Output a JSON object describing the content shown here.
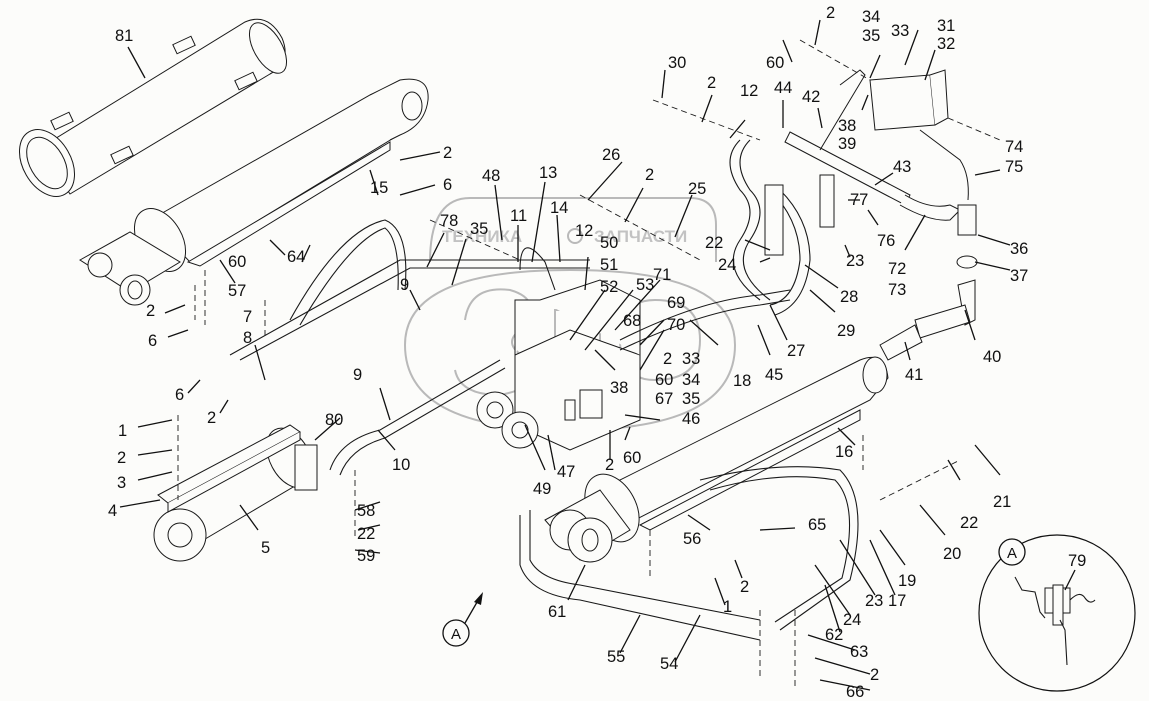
{
  "diagram": {
    "type": "exploded parts diagram",
    "subject": "hydraulic lift cylinder assembly with control valve, hoses and pipe clamps",
    "watermark": {
      "left_text": "ТЕХНИКА",
      "right_text": "ЗАПЧАСТИ"
    },
    "detail_view": {
      "marker": "A",
      "callouts": [
        "79"
      ]
    },
    "view_arrow_label": "A",
    "colors": {
      "line": "#1a1a1a",
      "background": "#fcfcfa",
      "watermark": "#b9b9b9"
    },
    "callouts": [
      {
        "id": "c81",
        "text": "81"
      },
      {
        "id": "c2a",
        "text": "2"
      },
      {
        "id": "c15",
        "text": "15"
      },
      {
        "id": "c6a",
        "text": "6"
      },
      {
        "id": "c48",
        "text": "48"
      },
      {
        "id": "c13",
        "text": "13"
      },
      {
        "id": "c26",
        "text": "26"
      },
      {
        "id": "c2b",
        "text": "2"
      },
      {
        "id": "c25",
        "text": "25"
      },
      {
        "id": "c11",
        "text": "11"
      },
      {
        "id": "c14",
        "text": "14"
      },
      {
        "id": "c12a",
        "text": "12"
      },
      {
        "id": "c78",
        "text": "78"
      },
      {
        "id": "c35a",
        "text": "35"
      },
      {
        "id": "c50",
        "text": "50"
      },
      {
        "id": "c51",
        "text": "51"
      },
      {
        "id": "c52",
        "text": "52"
      },
      {
        "id": "c53",
        "text": "53"
      },
      {
        "id": "c71",
        "text": "71"
      },
      {
        "id": "c69",
        "text": "69"
      },
      {
        "id": "c70",
        "text": "70"
      },
      {
        "id": "c68",
        "text": "68"
      },
      {
        "id": "c2c",
        "text": "2"
      },
      {
        "id": "c33a",
        "text": "33"
      },
      {
        "id": "c60a",
        "text": "60"
      },
      {
        "id": "c34a",
        "text": "34"
      },
      {
        "id": "c67",
        "text": "67"
      },
      {
        "id": "c35b",
        "text": "35"
      },
      {
        "id": "c38a",
        "text": "38"
      },
      {
        "id": "c46",
        "text": "46"
      },
      {
        "id": "c60b",
        "text": "60"
      },
      {
        "id": "c2d",
        "text": "2"
      },
      {
        "id": "c47",
        "text": "47"
      },
      {
        "id": "c49",
        "text": "49"
      },
      {
        "id": "c18",
        "text": "18"
      },
      {
        "id": "c60c",
        "text": "60"
      },
      {
        "id": "c64",
        "text": "64"
      },
      {
        "id": "c57",
        "text": "57"
      },
      {
        "id": "c2e",
        "text": "2"
      },
      {
        "id": "c6b",
        "text": "6"
      },
      {
        "id": "c9a",
        "text": "9"
      },
      {
        "id": "c7",
        "text": "7"
      },
      {
        "id": "c8",
        "text": "8"
      },
      {
        "id": "c6c",
        "text": "6"
      },
      {
        "id": "c2f",
        "text": "2"
      },
      {
        "id": "c9b",
        "text": "9"
      },
      {
        "id": "c80",
        "text": "80"
      },
      {
        "id": "c10",
        "text": "10"
      },
      {
        "id": "c1a",
        "text": "1"
      },
      {
        "id": "c2g",
        "text": "2"
      },
      {
        "id": "c3",
        "text": "3"
      },
      {
        "id": "c4",
        "text": "4"
      },
      {
        "id": "c5",
        "text": "5"
      },
      {
        "id": "c58",
        "text": "58"
      },
      {
        "id": "c22a",
        "text": "22"
      },
      {
        "id": "c59",
        "text": "59"
      },
      {
        "id": "c30",
        "text": "30"
      },
      {
        "id": "c2h",
        "text": "2"
      },
      {
        "id": "c12b",
        "text": "12"
      },
      {
        "id": "c44",
        "text": "44"
      },
      {
        "id": "c42",
        "text": "42"
      },
      {
        "id": "c60d",
        "text": "60"
      },
      {
        "id": "c2i",
        "text": "2"
      },
      {
        "id": "c34b",
        "text": "34"
      },
      {
        "id": "c35c",
        "text": "35"
      },
      {
        "id": "c33b",
        "text": "33"
      },
      {
        "id": "c31",
        "text": "31"
      },
      {
        "id": "c32",
        "text": "32"
      },
      {
        "id": "c38b",
        "text": "38"
      },
      {
        "id": "c39",
        "text": "39"
      },
      {
        "id": "c74",
        "text": "74"
      },
      {
        "id": "c75",
        "text": "75"
      },
      {
        "id": "c43",
        "text": "43"
      },
      {
        "id": "c77",
        "text": "77"
      },
      {
        "id": "c76",
        "text": "76"
      },
      {
        "id": "c22b",
        "text": "22"
      },
      {
        "id": "c24a",
        "text": "24"
      },
      {
        "id": "c23a",
        "text": "23"
      },
      {
        "id": "c72",
        "text": "72"
      },
      {
        "id": "c73",
        "text": "73"
      },
      {
        "id": "c36",
        "text": "36"
      },
      {
        "id": "c37",
        "text": "37"
      },
      {
        "id": "c28",
        "text": "28"
      },
      {
        "id": "c29",
        "text": "29"
      },
      {
        "id": "c27",
        "text": "27"
      },
      {
        "id": "c45",
        "text": "45"
      },
      {
        "id": "c40",
        "text": "40"
      },
      {
        "id": "c41",
        "text": "41"
      },
      {
        "id": "c16",
        "text": "16"
      },
      {
        "id": "c21",
        "text": "21"
      },
      {
        "id": "c22c",
        "text": "22"
      },
      {
        "id": "c20",
        "text": "20"
      },
      {
        "id": "c56",
        "text": "56"
      },
      {
        "id": "c65",
        "text": "65"
      },
      {
        "id": "c19",
        "text": "19"
      },
      {
        "id": "c2j",
        "text": "2"
      },
      {
        "id": "c1b",
        "text": "1"
      },
      {
        "id": "c24b",
        "text": "24"
      },
      {
        "id": "c23b",
        "text": "23"
      },
      {
        "id": "c17",
        "text": "17"
      },
      {
        "id": "c62",
        "text": "62"
      },
      {
        "id": "c63",
        "text": "63"
      },
      {
        "id": "c2k",
        "text": "2"
      },
      {
        "id": "c66",
        "text": "66"
      },
      {
        "id": "c61",
        "text": "61"
      },
      {
        "id": "c55",
        "text": "55"
      },
      {
        "id": "c54",
        "text": "54"
      }
    ]
  }
}
